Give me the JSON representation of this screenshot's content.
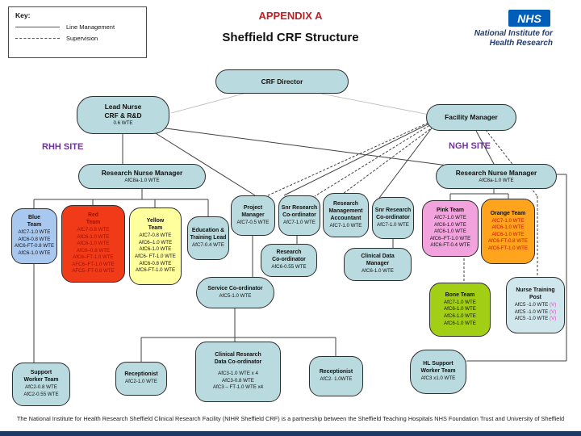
{
  "key": {
    "title": "Key:",
    "line_management": "Line Management",
    "supervision": "Supervision"
  },
  "header": {
    "appendix": "APPENDIX A",
    "title": "Sheffield CRF Structure"
  },
  "logo": {
    "nhs": "NHS",
    "org_line1": "National Institute for",
    "org_line2": "Health Research"
  },
  "sites": {
    "rhh": "RHH SITE",
    "ngh": "NGH SITE"
  },
  "colors": {
    "accent_red": "#bf2026",
    "site_purple": "#7030a0",
    "nhs_blue": "#005EB8",
    "node_teal": "#b9dade",
    "blue_team": "#a9c8f0",
    "red_team": "#f13a18",
    "yellow_team": "#ffff9e",
    "pink_team": "#f2a3dd",
    "orange_team": "#ffa41c",
    "bone_team": "#a2cf16",
    "vacancy_pink": "#e23cc4",
    "bottom_bar": "#1f3864"
  },
  "nodes": {
    "crf_director": {
      "title": "CRF Director"
    },
    "lead_nurse": {
      "title1": "Lead Nurse",
      "title2": "CRF & R&D",
      "wte": "0.6 WTE"
    },
    "facility_manager": {
      "title": "Facility Manager"
    },
    "rnm_rhh": {
      "title": "Research Nurse Manager",
      "wte": "AfC8a-1.0 WTE"
    },
    "rnm_ngh": {
      "title": "Research Nurse Manager",
      "wte": "AfC8a-1.0 WTE"
    },
    "blue_team": {
      "title1": "Blue",
      "title2": "Team",
      "lines": [
        "AfC7-1.0 WTE",
        "AfC6-0.8 WTE",
        "AfC6-FT-0.8 WTE",
        "AfC6-1.0 WTE"
      ]
    },
    "red_team": {
      "title1": "Red",
      "title2": "Team",
      "lines": [
        "AfC7-0.8 WTE",
        "AfC6-1.0 WTE",
        "AfC6-1.0 WTE",
        "AfC6–0.8 WTE",
        "AfC6–FT-1.0 WTE",
        "AFC6–FT-1.0 WTE",
        "AFC5–FT-0.8 WTE"
      ]
    },
    "yellow_team": {
      "title1": "Yellow",
      "title2": "Team",
      "lines": [
        "AfC7-0.8 WTE",
        "AfC6–1.0 WTE",
        "AfC6-1.0 WTE",
        "AfC6- FT-1.0 WTE",
        "AfC6-0.8 WTE",
        "AfC6-FT-1.0 WTE"
      ]
    },
    "education": {
      "title1": "Education &",
      "title2": "Training Lead",
      "wte": "AfC7-0.4 WTE"
    },
    "project_manager": {
      "title1": "Project",
      "title2": "Manager",
      "wte": "AfC7-0.5 WTE"
    },
    "snr_rc1": {
      "title1": "Snr Research",
      "title2": "Co-ordinator",
      "wte": "AfC7-1.0 WTE"
    },
    "rma": {
      "title1": "Research",
      "title2": "Management",
      "title3": "Accountant",
      "wte": "AfC7-1.0 WTE"
    },
    "snr_rc2": {
      "title1": "Snr Research",
      "title2": "Co-ordinator",
      "wte": "AfC7-1.0 WTE"
    },
    "research_coordinator": {
      "title1": "Research",
      "title2": "Co-ordinator",
      "wte": "AfC6-0.55 WTE"
    },
    "clinical_data_manager": {
      "title1": "Clinical Data",
      "title2": "Manager",
      "wte": "AfC6-1.0 WTE"
    },
    "pink_team": {
      "title": "Pink Team",
      "lines": [
        "AfC7-1.0 WTE",
        "AfC6-1.0 WTE",
        "AfC6-1.0 WTE",
        "AfC6–FT-1.0 WTE",
        "AfC6-FT-0.4 WTE"
      ]
    },
    "orange_team": {
      "title": "Orange Team",
      "lines": [
        "AfC7-1.0 WTE",
        "AfC6-1.0 WTE",
        "AfC6-1.0 WTE",
        "AfC6-FT-0.8 WTE",
        "AfC6-FT-1.0 WTE"
      ]
    },
    "bone_team": {
      "title": "Bone Team",
      "lines": [
        "AfC7-1.0 WTE",
        "AfC6-1.0 WTE",
        "AfC6-1.0 WTE",
        "AfC6-1.0 WTE"
      ]
    },
    "nurse_training_post": {
      "title1": "Nurse Training",
      "title2": "Post",
      "lines": [
        "AfC5 -1.0 WTE",
        "AfC5 -1.0 WTE",
        "AfC5 -1.0 WTE"
      ],
      "vacancy_label": "(V)"
    },
    "service_coordinator": {
      "title": "Service Co-ordinator",
      "wte": "AfC5-1.0 WTE"
    },
    "support_worker_team": {
      "title1": "Support",
      "title2": "Worker Team",
      "lines": [
        "AfC2-0.8 WTE",
        "AfC2-0.55 WTE"
      ]
    },
    "receptionist_rhh": {
      "title": "Receptionist",
      "wte": "AfC2-1.0 WTE"
    },
    "crdc": {
      "title1": "Clinical Research",
      "title2": "Data Co-ordinator",
      "lines": [
        "AfC3-1.0 WTE x 4",
        "AfC3-0.8 WTE",
        "AfC3 – FT-1.0 WTE x4"
      ]
    },
    "receptionist_ngh": {
      "title": "Receptionist",
      "wte": "AfC2- 1.0WTE"
    },
    "hl_support": {
      "title1": "HL Support",
      "title2": "Worker Team",
      "wte": "AfC3 x1.0 WTE"
    }
  },
  "footer": {
    "text": "The National Institute for Health Research Sheffield Clinical Research Facility (NIHR Sheffield CRF) is a partnership between the Sheffield Teaching Hospitals NHS Foundation Trust and University of Sheffield"
  }
}
